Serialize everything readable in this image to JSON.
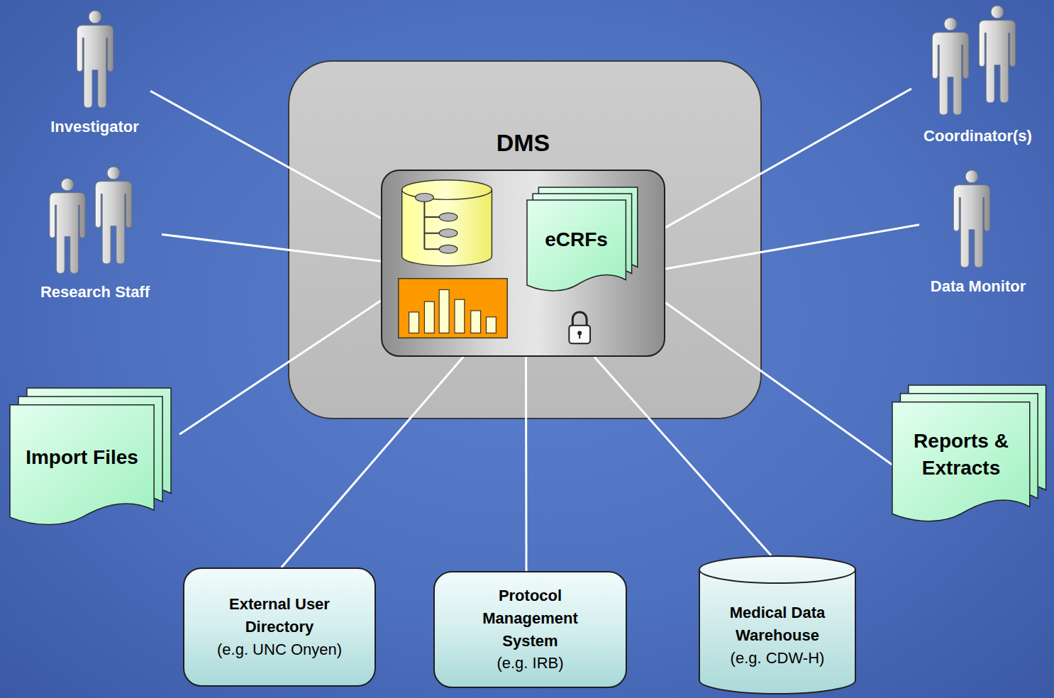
{
  "diagram": {
    "nodes": [
      {
        "text": [
          "Investigator"
        ]
      },
      {
        "text": [
          "Research Staff"
        ]
      },
      {
        "text": [
          "Coordinator(s)"
        ]
      },
      {
        "text": [
          "Data Monitor"
        ]
      },
      {
        "text": [
          "DMS"
        ]
      },
      {
        "text": [
          "eCRFs"
        ],
        "in": 4
      },
      {
        "text": [
          "Import Files"
        ]
      },
      {
        "text": [
          "Reports & Extracts"
        ]
      },
      {
        "text": [
          "External User Directory",
          "(e.g. UNC Onyen)"
        ]
      },
      {
        "text": [
          "Protocol Management System",
          "(e.g. IRB)"
        ]
      },
      {
        "text": [
          "Medical Data Warehouse",
          "(e.g. CDW-H)"
        ]
      }
    ],
    "edges": [
      {
        "from": 0,
        "to": 4,
        "arrow": "none"
      },
      {
        "from": 1,
        "to": 4,
        "arrow": "none"
      },
      {
        "from": 6,
        "to": 4,
        "arrow": "none"
      },
      {
        "from": 8,
        "to": 4,
        "arrow": "none"
      },
      {
        "from": 9,
        "to": 4,
        "arrow": "none"
      },
      {
        "from": 10,
        "to": 4,
        "arrow": "none"
      },
      {
        "from": 2,
        "to": 4,
        "arrow": "none"
      },
      {
        "from": 3,
        "to": 4,
        "arrow": "none"
      },
      {
        "from": 7,
        "to": 4,
        "arrow": "none"
      }
    ]
  }
}
